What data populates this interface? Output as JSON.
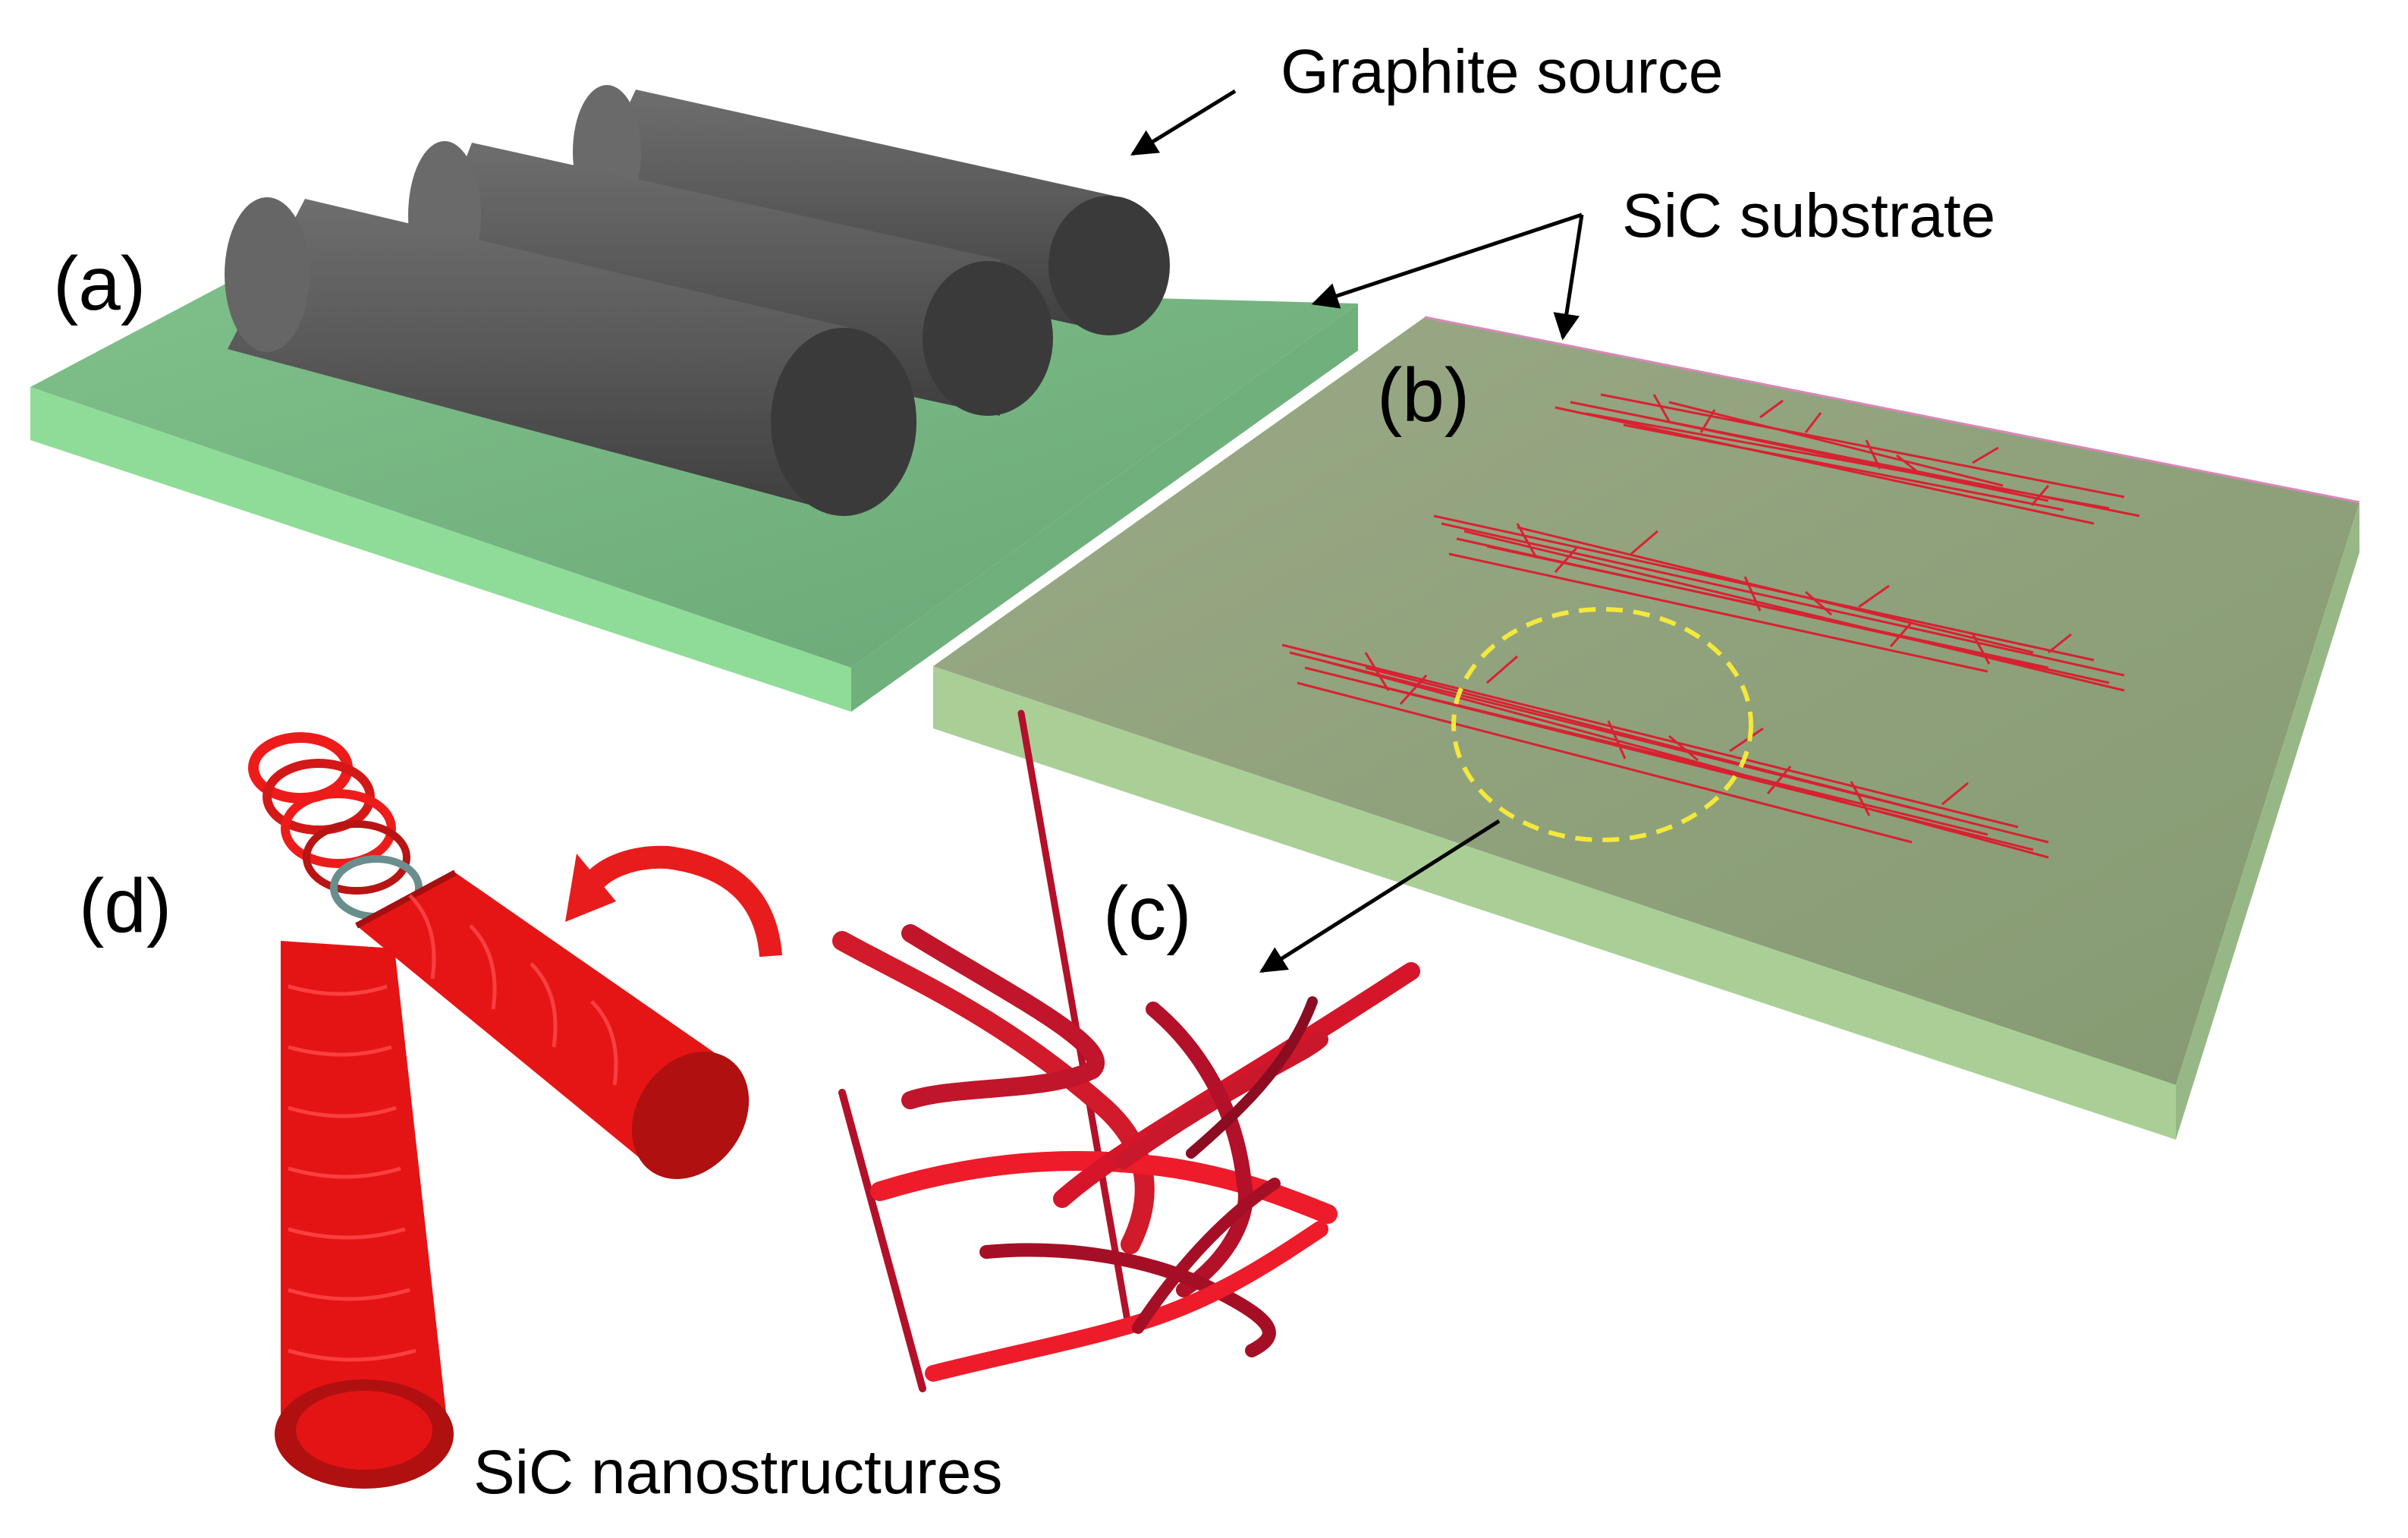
{
  "labels": {
    "graphite_source": "Graphite source",
    "sic_substrate": "SiC substrate",
    "sic_nanostructures": "SiC nanostructures",
    "panel_a": "(a)",
    "panel_b": "(b)",
    "panel_c": "(c)",
    "panel_d": "(d)"
  },
  "colors": {
    "substrate_top": "#76b382",
    "substrate_front": "#8fdc98",
    "substrate_b_top": "#8ea07a",
    "substrate_b_front": "#a8cd96",
    "graphite_body": "#595959",
    "graphite_end": "#3a3a3a",
    "nanostructure_red": "#ee1b1b",
    "nanowire_dark": "#b3102a",
    "highlight_circle": "#f4e83a",
    "arrow": "#000000"
  }
}
